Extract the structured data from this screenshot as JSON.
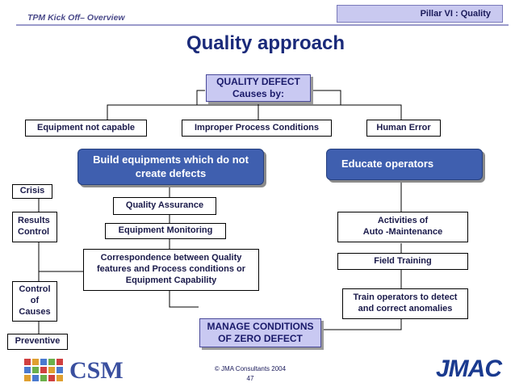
{
  "header": {
    "title": "TPM Kick Off– Overview",
    "pillar": "Pillar VI : Quality"
  },
  "page_title": "Quality approach",
  "diagram": {
    "quality_defect": [
      "QUALITY DEFECT",
      "Causes by:"
    ],
    "equipment_not_capable": "Equipment not capable",
    "improper_process": "Improper Process Conditions",
    "human_error": "Human Error",
    "build_equipments": [
      "Build equipments which do not",
      "create defects"
    ],
    "educate_operators": "Educate operators",
    "crisis": "Crisis",
    "results_control": [
      "Results",
      "Control"
    ],
    "control_of_causes": [
      "Control",
      "of",
      "Causes"
    ],
    "preventive": "Preventive",
    "quality_assurance": "Quality Assurance",
    "equipment_monitoring": "Equipment Monitoring",
    "correspondence": [
      "Correspondence between Quality",
      "features and Process conditions or",
      "Equipment Capability"
    ],
    "activities": [
      "Activities of",
      "Auto -Maintenance"
    ],
    "field_training": "Field Training",
    "train_operators": [
      "Train operators to detect",
      "and correct anomalies"
    ],
    "manage_conditions": [
      "MANAGE CONDITIONS",
      "OF ZERO DEFECT"
    ]
  },
  "footer": {
    "copyright": "© JMA Consultants 2004",
    "page_number": "47",
    "left_logo": "CSM",
    "right_logo": "JMAC"
  },
  "colors": {
    "header_bar": "#c9c9f0",
    "blue_box": "#3f5faf",
    "lavender_box": "#c9c9f2",
    "title_text": "#1a2a7a"
  }
}
